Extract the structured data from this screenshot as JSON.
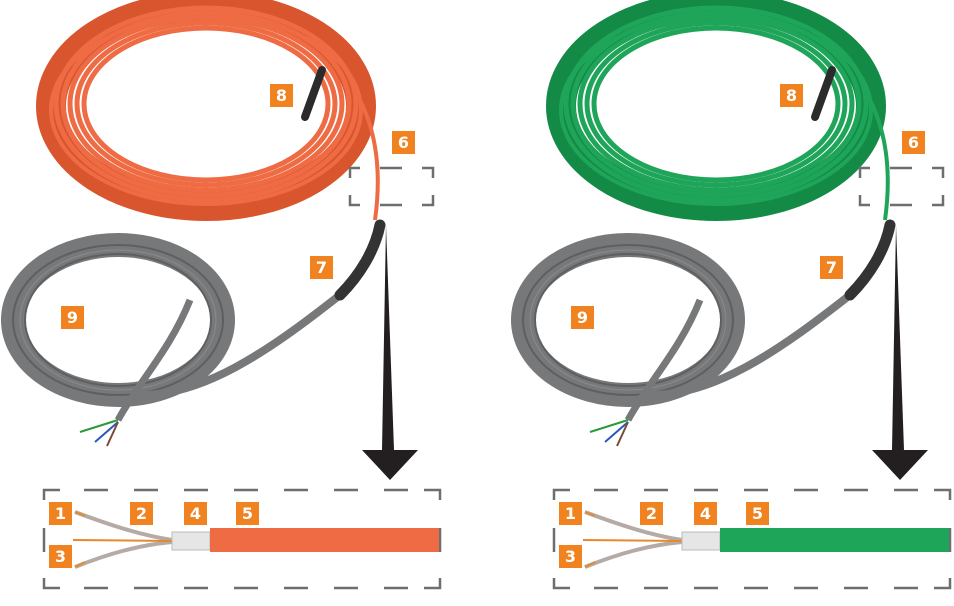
{
  "panels": [
    {
      "name": "orange",
      "cable_color": "#ee6b43",
      "cable_shade": "#d9552e",
      "labels": {
        "n1": "1",
        "n2": "2",
        "n3": "3",
        "n4": "4",
        "n5": "5",
        "n6": "6",
        "n7": "7",
        "n8": "8",
        "n9": "9"
      }
    },
    {
      "name": "green",
      "cable_color": "#1fa55a",
      "cable_shade": "#138a45",
      "labels": {
        "n1": "1",
        "n2": "2",
        "n3": "3",
        "n4": "4",
        "n5": "5",
        "n6": "6",
        "n7": "7",
        "n8": "8",
        "n9": "9"
      }
    }
  ],
  "colors": {
    "label_bg": "#f08220",
    "cold_lead": "#6d6e70",
    "sleeve": "#333333",
    "frame": "#6d6e70"
  }
}
